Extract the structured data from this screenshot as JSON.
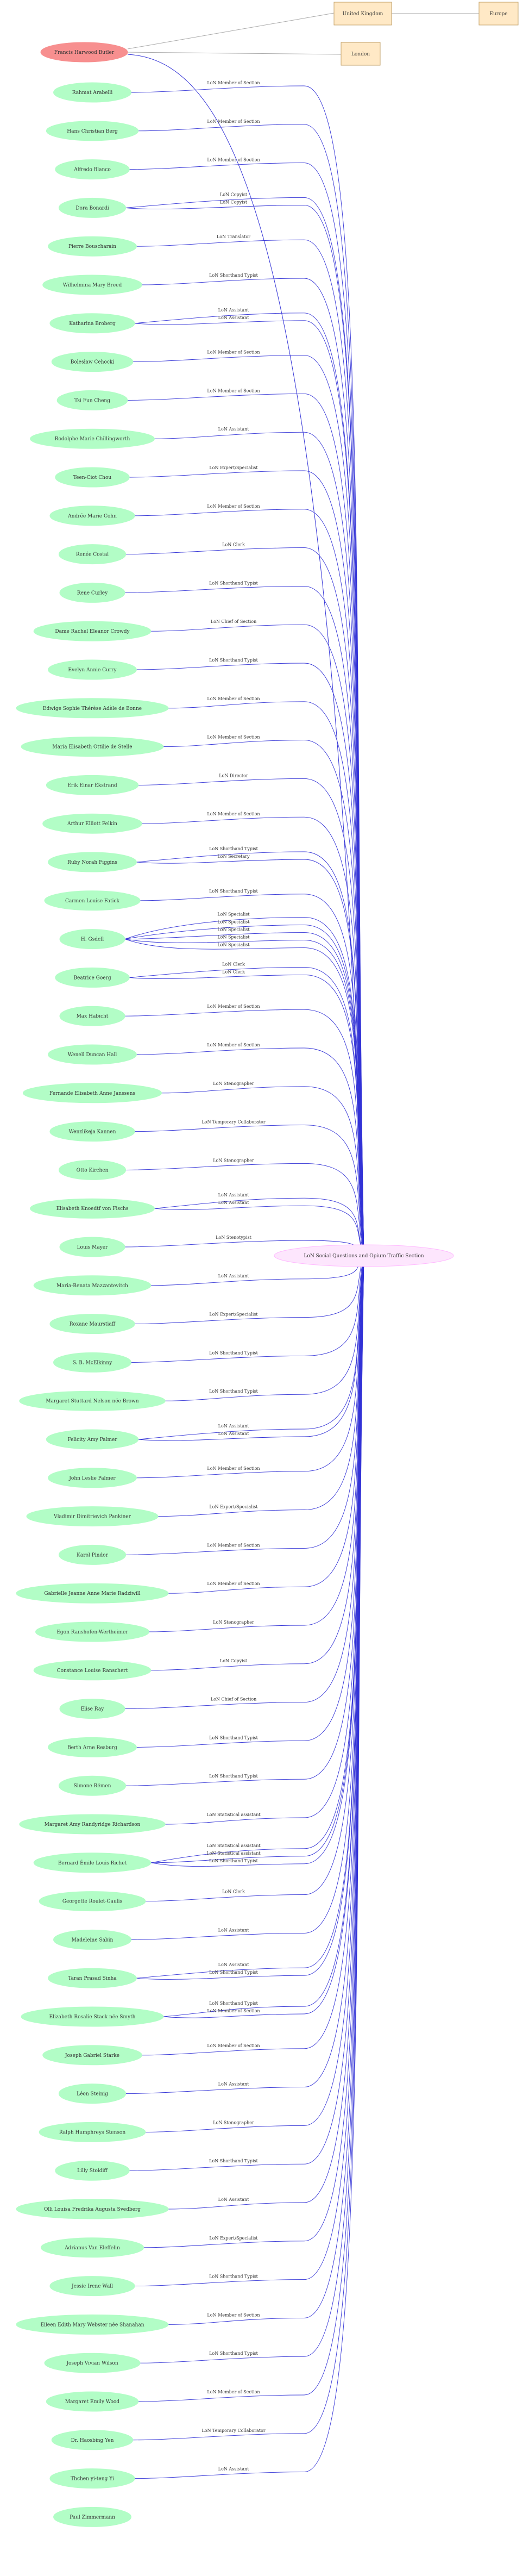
{
  "colors": {
    "person_fill": "#b2fdc6",
    "root_fill": "#f78f8f",
    "place_fill": "#ffe9c6",
    "place_stroke": "#c19f66",
    "section_fill": "#fde6fd",
    "section_stroke": "#ffb8ff",
    "section_text": "#b00000",
    "edge_color": "#3333d6",
    "gray_edge": "#aaaaaa",
    "text": "#333333"
  },
  "root": {
    "label": "Francis Harwood Butler"
  },
  "places": {
    "uk": "United Kingdom",
    "europe": "Europe",
    "london": "London"
  },
  "section": {
    "label": "LoN Social Questions and Opium Traffic Section"
  },
  "people": [
    {
      "label": "Rahmat Arabelli",
      "roles": [
        "LoN Member of Section"
      ]
    },
    {
      "label": "Hans Christian Berg",
      "roles": [
        "LoN Member of Section"
      ]
    },
    {
      "label": "Alfredo Blanco",
      "roles": [
        "LoN Member of Section"
      ]
    },
    {
      "label": "Dora Bonardi",
      "roles": [
        "LoN Copyist",
        "LoN Copyist"
      ]
    },
    {
      "label": "Pierre Bouscharain",
      "roles": [
        "LoN Translator"
      ]
    },
    {
      "label": "Wilhelmina Mary Breed",
      "roles": [
        "LoN Shorthand Typist"
      ]
    },
    {
      "label": "Katharina Broberg",
      "roles": [
        "LoN Assistant",
        "LoN Assistant"
      ]
    },
    {
      "label": "Bolesław Cehocki",
      "roles": [
        "LoN Member of Section"
      ]
    },
    {
      "label": "Tsi Fun Cheng",
      "roles": [
        "LoN Member of Section"
      ]
    },
    {
      "label": "Rodolphe Marie Chillingworth",
      "roles": [
        "LoN Assistant"
      ]
    },
    {
      "label": "Teen-Ciot Chou",
      "roles": [
        "LoN Expert/Specialist"
      ]
    },
    {
      "label": "Andrée Marie Cohn",
      "roles": [
        "LoN Member of Section"
      ]
    },
    {
      "label": "Renée Costal",
      "roles": [
        "LoN Clerk"
      ]
    },
    {
      "label": "Rene Curley",
      "roles": [
        "LoN Shorthand Typist"
      ]
    },
    {
      "label": "Dame Rachel Eleanor Crowdy",
      "roles": [
        "LoN Chief of Section"
      ]
    },
    {
      "label": "Evelyn Annie Curry",
      "roles": [
        "LoN Shorthand Typist"
      ]
    },
    {
      "label": "Edwige Sophie Thérèse Adèle de Bonne",
      "roles": [
        "LoN Member of Section"
      ]
    },
    {
      "label": "Maria Elisabeth Ottilie de Stelle",
      "roles": [
        "LoN Member of Section"
      ]
    },
    {
      "label": "Erik Einar Ekstrand",
      "roles": [
        "LoN Director"
      ]
    },
    {
      "label": "Arthur Elliott Felkin",
      "roles": [
        "LoN Member of Section"
      ]
    },
    {
      "label": "Ruby Norah Figgins",
      "roles": [
        "LoN Shorthand Typist",
        "LoN Secretary"
      ]
    },
    {
      "label": "Carmen Louise Fatick",
      "roles": [
        "LoN Shorthand Typist"
      ]
    },
    {
      "label": "H. Gsdell",
      "roles": [
        "LoN Specialist",
        "LoN Specialist",
        "LoN Specialist",
        "LoN Specialist",
        "LoN Specialist"
      ]
    },
    {
      "label": "Beatrice Goerg",
      "roles": [
        "LoN Clerk",
        "LoN Clerk"
      ]
    },
    {
      "label": "Max Habicht",
      "roles": [
        "LoN Member of Section"
      ]
    },
    {
      "label": "Wenell Duncan Hall",
      "roles": [
        "LoN Member of Section"
      ]
    },
    {
      "label": "Fernande Elisabeth Anne Janssens",
      "roles": [
        "LoN Stenographer"
      ]
    },
    {
      "label": "Wenzlikeja Kannen",
      "roles": [
        "LoN Temporary Collaborator"
      ]
    },
    {
      "label": "Otto Kirchen",
      "roles": [
        "LoN Stenographer"
      ]
    },
    {
      "label": "Elisabeth Knoedtf von Fischs",
      "roles": [
        "LoN Assistant",
        "LoN Assistant"
      ]
    },
    {
      "label": "Louis Mayer",
      "roles": [
        "LoN Stenotypist"
      ]
    },
    {
      "label": "Maria-Renata Mazzantevitch",
      "roles": [
        "LoN Assistant"
      ]
    },
    {
      "label": "Roxane Maurstiaff",
      "roles": [
        "LoN Expert/Specialist"
      ]
    },
    {
      "label": "S. B. McElkinny",
      "roles": [
        "LoN Shorthand Typist"
      ]
    },
    {
      "label": "Margaret Stuttard Nelson née Brown",
      "roles": [
        "LoN Shorthand Typist"
      ]
    },
    {
      "label": "Felicity Amy Palmer",
      "roles": [
        "LoN Assistant",
        "LoN Assistant"
      ]
    },
    {
      "label": "John Leslie Palmer",
      "roles": [
        "LoN Member of Section"
      ]
    },
    {
      "label": "Vladimir Dimitrievich Pankiner",
      "roles": [
        "LoN Expert/Specialist"
      ]
    },
    {
      "label": "Karol Pindor",
      "roles": [
        "LoN Member of Section"
      ]
    },
    {
      "label": "Gabrielle Jeanne Anne Marie Radziwill",
      "roles": [
        "LoN Member of Section"
      ]
    },
    {
      "label": "Egon Ranshofen-Wertheimer",
      "roles": [
        "LoN Stenographer"
      ]
    },
    {
      "label": "Constance Louise Ranschert",
      "roles": [
        "LoN Copyist"
      ]
    },
    {
      "label": "Elise Ray",
      "roles": [
        "LoN Chief of Section"
      ]
    },
    {
      "label": "Berth Arne Resburg",
      "roles": [
        "LoN Shorthand Typist"
      ]
    },
    {
      "label": "Simone Rémen",
      "roles": [
        "LoN Shorthand Typist"
      ]
    },
    {
      "label": "Margaret Amy Randyridge Richardson",
      "roles": [
        "LoN Statistical assistant"
      ]
    },
    {
      "label": "Bernard Émile Louis Richet",
      "roles": [
        "LoN Statistical assistant",
        "LoN Statistical assistant",
        "LoN Shorthand Typist"
      ]
    },
    {
      "label": "Georgette Roulet-Gaulis",
      "roles": [
        "LoN Clerk"
      ]
    },
    {
      "label": "Madeleine Sabin",
      "roles": [
        "LoN Assistant"
      ]
    },
    {
      "label": "Taran Prasad Sinha",
      "roles": [
        "LoN Assistant",
        "LoN Shorthand Typist"
      ]
    },
    {
      "label": "Elizabeth Rosalie Stack née Smyth",
      "roles": [
        "LoN Shorthand Typist",
        "LoN Member of Section"
      ]
    },
    {
      "label": "Joseph Gabriel Starke",
      "roles": [
        "LoN Member of Section"
      ]
    },
    {
      "label": "Léon Steinig",
      "roles": [
        "LoN Assistant"
      ]
    },
    {
      "label": "Ralph Humphreys Stenson",
      "roles": [
        "LoN Stenographer"
      ]
    },
    {
      "label": "Lilly Stoldiff",
      "roles": [
        "LoN Shorthand Typist"
      ]
    },
    {
      "label": "Olli Louisa Fredrika Augusta Svedberg",
      "roles": [
        "LoN Assistant"
      ]
    },
    {
      "label": "Adrianus Van Eleffelin",
      "roles": [
        "LoN Expert/Specialist"
      ]
    },
    {
      "label": "Jessie Irene Wall",
      "roles": [
        "LoN Shorthand Typist"
      ]
    },
    {
      "label": "Eileen Edith Mary Webster née Shanahan",
      "roles": [
        "LoN Member of Section"
      ]
    },
    {
      "label": "Joseph Vivian Wilson",
      "roles": [
        "LoN Shorthand Typist"
      ]
    },
    {
      "label": "Margaret Emily Wood",
      "roles": [
        "LoN Member of Section"
      ]
    },
    {
      "label": "Dr. Haosbing Yen",
      "roles": [
        "LoN Temporary Collaborator"
      ]
    },
    {
      "label": "Thchen yi-teng Yi",
      "roles": [
        "LoN Assistant"
      ]
    },
    {
      "label": "Paul Zimmermann",
      "roles": []
    }
  ]
}
